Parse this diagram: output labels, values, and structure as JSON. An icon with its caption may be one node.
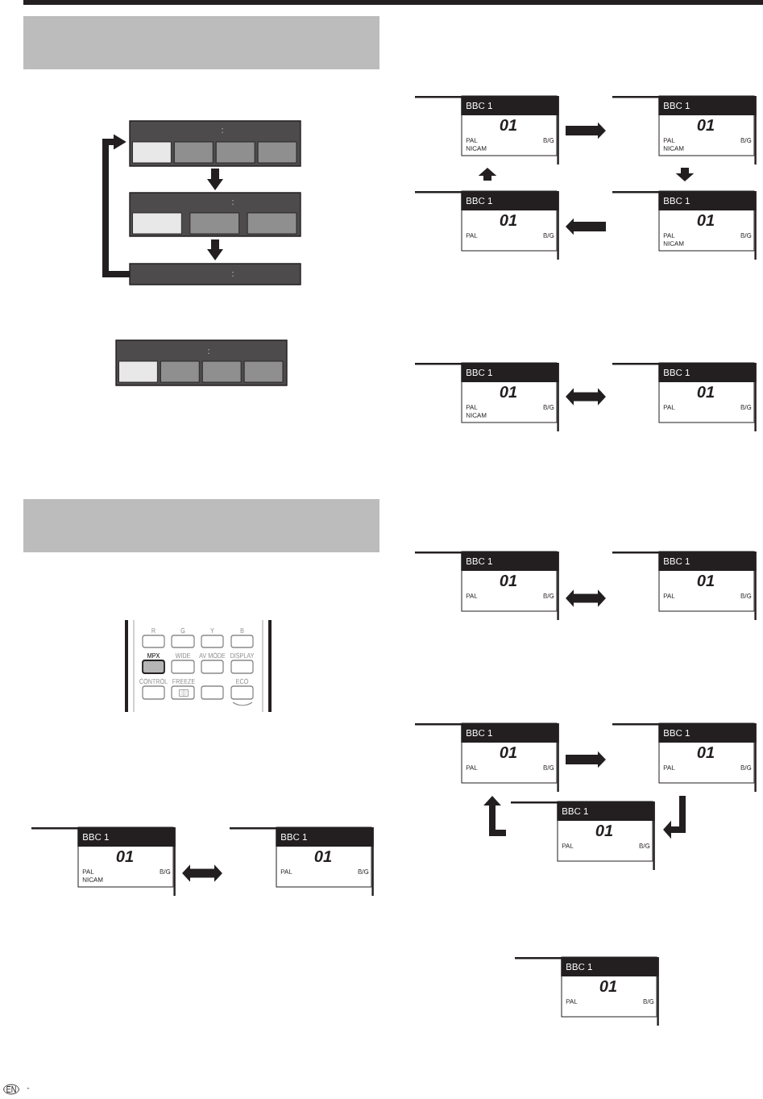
{
  "diagram": {
    "nodes": [
      {
        "text": [],
        "shape": "box"
      },
      {
        "text": [
          ":"
        ]
      },
      {
        "text": [],
        "shape": "box",
        "in": 1
      },
      {
        "text": [],
        "shape": "box",
        "in": 1
      },
      {
        "text": [],
        "shape": "box",
        "in": 1
      },
      {
        "text": [],
        "shape": "box",
        "in": 1
      },
      {
        "text": [
          ":"
        ]
      },
      {
        "text": [],
        "shape": "box",
        "in": 6
      },
      {
        "text": [],
        "shape": "box",
        "in": 6
      },
      {
        "text": [],
        "shape": "box",
        "in": 6
      },
      {
        "text": [
          ":"
        ]
      },
      {
        "text": [
          ":"
        ]
      },
      {
        "text": [],
        "shape": "box",
        "in": 11
      },
      {
        "text": [],
        "shape": "box",
        "in": 11
      },
      {
        "text": [],
        "shape": "box",
        "in": 11
      },
      {
        "text": [],
        "shape": "box",
        "in": 11
      },
      {
        "text": [],
        "shape": "box"
      },
      {
        "text": [
          "BBC 1",
          "01",
          "PAL",
          "B/G",
          "NICAM"
        ]
      },
      {
        "text": [
          "BBC 1",
          "01",
          "PAL",
          "B/G"
        ]
      },
      {
        "text": [
          "BBC 1",
          "01",
          "PAL",
          "B/G",
          "NICAM"
        ]
      },
      {
        "text": [
          "BBC 1",
          "01",
          "PAL",
          "B/G",
          "NICAM"
        ]
      },
      {
        "text": [
          "BBC 1",
          "01",
          "PAL",
          "B/G"
        ]
      },
      {
        "text": [
          "BBC 1",
          "01",
          "PAL",
          "B/G",
          "NICAM"
        ]
      },
      {
        "text": [
          "BBC 1",
          "01",
          "PAL",
          "B/G",
          "NICAM"
        ]
      },
      {
        "text": [
          "BBC 1",
          "01",
          "PAL",
          "B/G"
        ]
      },
      {
        "text": [
          "BBC 1",
          "01",
          "PAL",
          "B/G"
        ]
      },
      {
        "text": [
          "BBC 1",
          "01",
          "PAL",
          "B/G"
        ]
      },
      {
        "text": [
          "BBC 1",
          "01",
          "PAL",
          "B/G"
        ]
      },
      {
        "text": [
          "BBC 1",
          "01",
          "PAL",
          "B/G"
        ]
      },
      {
        "text": [
          "BBC 1",
          "01",
          "PAL",
          "B/G"
        ]
      },
      {
        "text": [
          "BBC 1",
          "01",
          "PAL",
          "B/G"
        ]
      }
    ],
    "edges": [
      {
        "from": 1,
        "to": 6,
        "arrow": "to"
      },
      {
        "from": 6,
        "to": 10,
        "arrow": "to"
      },
      {
        "from": 10,
        "to": 1,
        "arrow": "to"
      },
      {
        "from": 17,
        "to": 18,
        "arrow": "both"
      },
      {
        "from": 19,
        "to": 20,
        "arrow": "to"
      },
      {
        "from": 20,
        "to": 22,
        "arrow": "to"
      },
      {
        "from": 22,
        "to": 21,
        "arrow": "to"
      },
      {
        "from": 21,
        "to": 19,
        "arrow": "to"
      },
      {
        "from": 23,
        "to": 24,
        "arrow": "both"
      },
      {
        "from": 25,
        "to": 26,
        "arrow": "both"
      },
      {
        "from": 27,
        "to": 28,
        "arrow": "to"
      },
      {
        "from": 28,
        "to": 29,
        "arrow": "to"
      },
      {
        "from": 29,
        "to": 27,
        "arrow": "to"
      }
    ],
    "labels": [
      "R",
      "G",
      "Y",
      "B",
      "MPX",
      "WIDE",
      "AV MODE",
      "DISPLAY",
      "CONTROL",
      "FREEZE",
      "ECO",
      "EN",
      "-"
    ]
  }
}
